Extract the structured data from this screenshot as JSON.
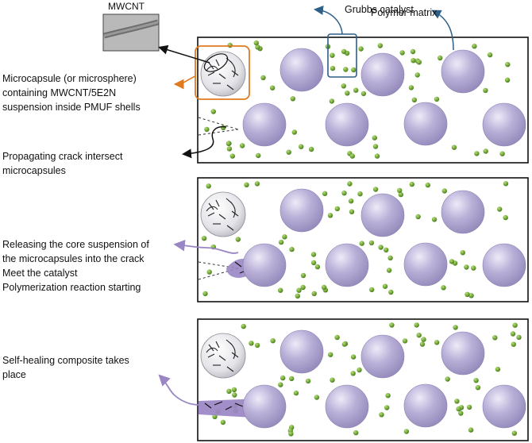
{
  "labels": {
    "mwcnt": "MWCNT",
    "grubbs": "Grubbs catalyst",
    "polymer": "Polymer matrix",
    "microcapsule": [
      "Microcapsule (or microsphere)",
      "containing MWCNT/5E2N",
      "suspension inside PMUF shells"
    ],
    "crack": [
      "Propagating crack intersect",
      "microcapsules"
    ],
    "release": [
      "Releasing the core suspension of",
      "the microcapsules into the crack",
      "Meet the catalyst",
      "Polymerization reaction starting"
    ],
    "healing": [
      "Self-healing  composite takes",
      "place"
    ]
  },
  "colors": {
    "capsule": "#b3a9d2",
    "capsule_highlight": "#efeaf8",
    "filled_capsule": "#e3e3e8",
    "catalyst": "#5c8f2c",
    "catalyst_highlight": "#b7dd7a",
    "highlight_box": "#e07a1f",
    "catalyst_box": "#2e5f86",
    "crack_fill": "#9a86c4",
    "panel_border": "#111111"
  },
  "icons": {
    "curved_arrow": "curved-arrow-icon"
  }
}
